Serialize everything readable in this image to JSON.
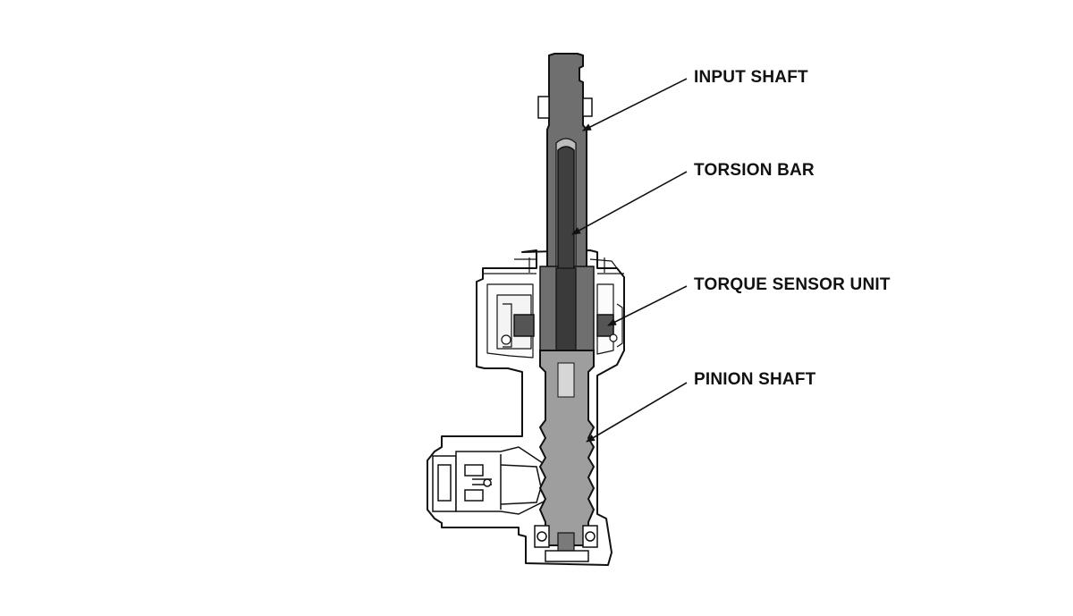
{
  "labels": {
    "input_shaft": "INPUT SHAFT",
    "torsion_bar": "TORSION BAR",
    "torque_sensor_unit": "TORQUE SENSOR UNIT",
    "pinion_shaft": "PINION SHAFT"
  },
  "colors": {
    "background": "#ffffff",
    "outline": "#111111",
    "housing_fill": "#ffffff",
    "shaft_fill": "#6f6f6f",
    "shaft_light": "#bdbdbd",
    "bar_fill": "#3f3f3f",
    "coil_fill": "#555555"
  }
}
